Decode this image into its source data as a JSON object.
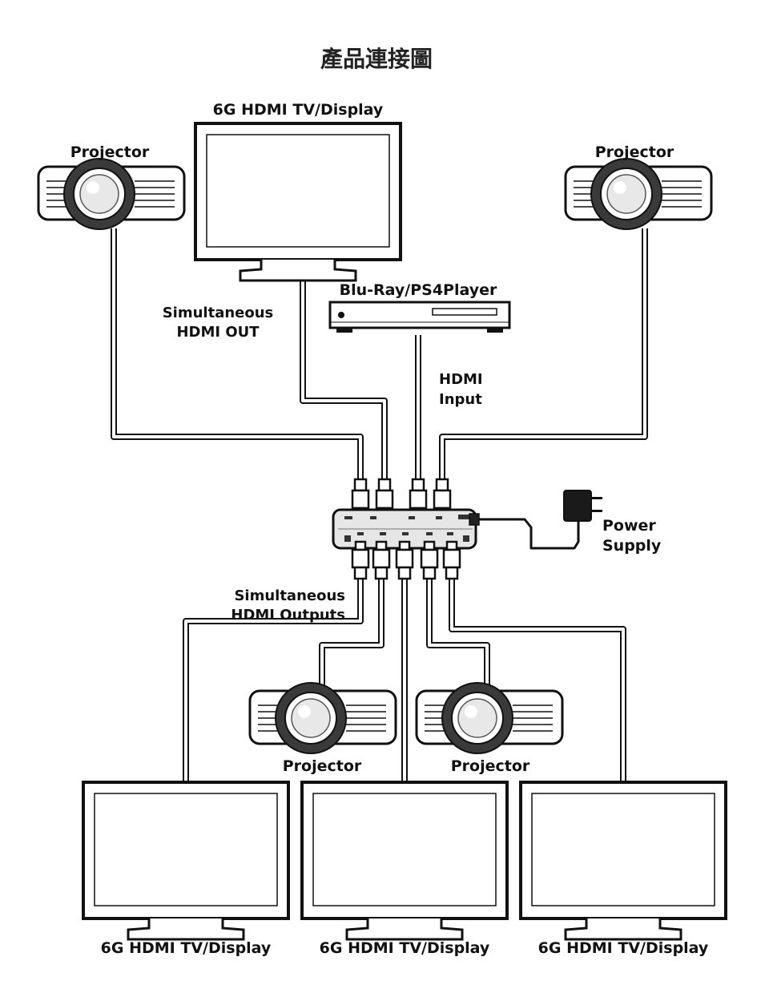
{
  "title": "產品連接圖",
  "labels": {
    "top_display": "6G HDMI TV/Display",
    "projector_top_left": "Projector",
    "projector_top_right": "Projector",
    "source": "Blu-Ray/PS4Player",
    "sim_out_1": "Simultaneous",
    "sim_out_2": "HDMI OUT",
    "input_1": "HDMI",
    "input_2": "Input",
    "power_1": "Power",
    "power_2": "Supply",
    "sim_outs_1": "Simultaneous",
    "sim_outs_2": "HDMI Outputs",
    "projector_bottom_left": "Projector",
    "projector_bottom_right": "Projector",
    "display_bottom_left": "6G HDMI TV/Display",
    "display_bottom_center": "6G HDMI TV/Display",
    "display_bottom_right": "6G HDMI TV/Display"
  },
  "colors": {
    "line": "#111111",
    "cable_fill": "#ffffff",
    "lens": "#333333"
  }
}
